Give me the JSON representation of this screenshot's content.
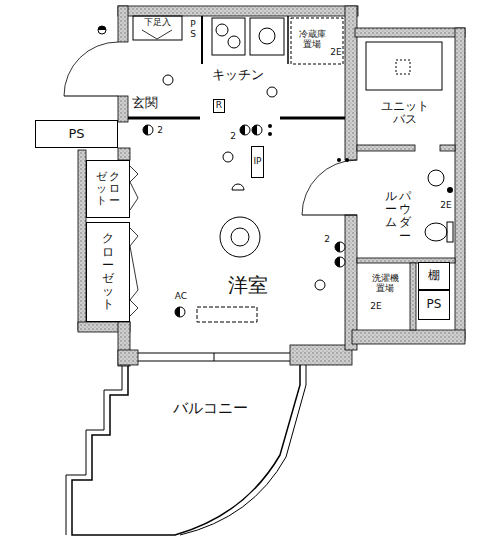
{
  "diagram": {
    "nodes": [
      {
        "text": [
          "R"
        ]
      },
      {
        "text": [
          "PS"
        ]
      },
      {
        "text": [
          "IP"
        ]
      },
      {
        "text": [
          "クローゼット"
        ]
      },
      {
        "text": [
          "クローゼット"
        ]
      },
      {
        "text": [
          "棚"
        ]
      },
      {
        "text": [
          "PS"
        ]
      }
    ],
    "labels": [
      "下足入",
      "PS",
      "キッチン",
      "冷蔵庫置場",
      "2E",
      "玄関",
      "2",
      "2",
      "洋室",
      "AC",
      "ユニットバス",
      "パウダールーム",
      "2E",
      "2",
      "洗濯機置場",
      "2E",
      "バルコニー"
    ]
  }
}
